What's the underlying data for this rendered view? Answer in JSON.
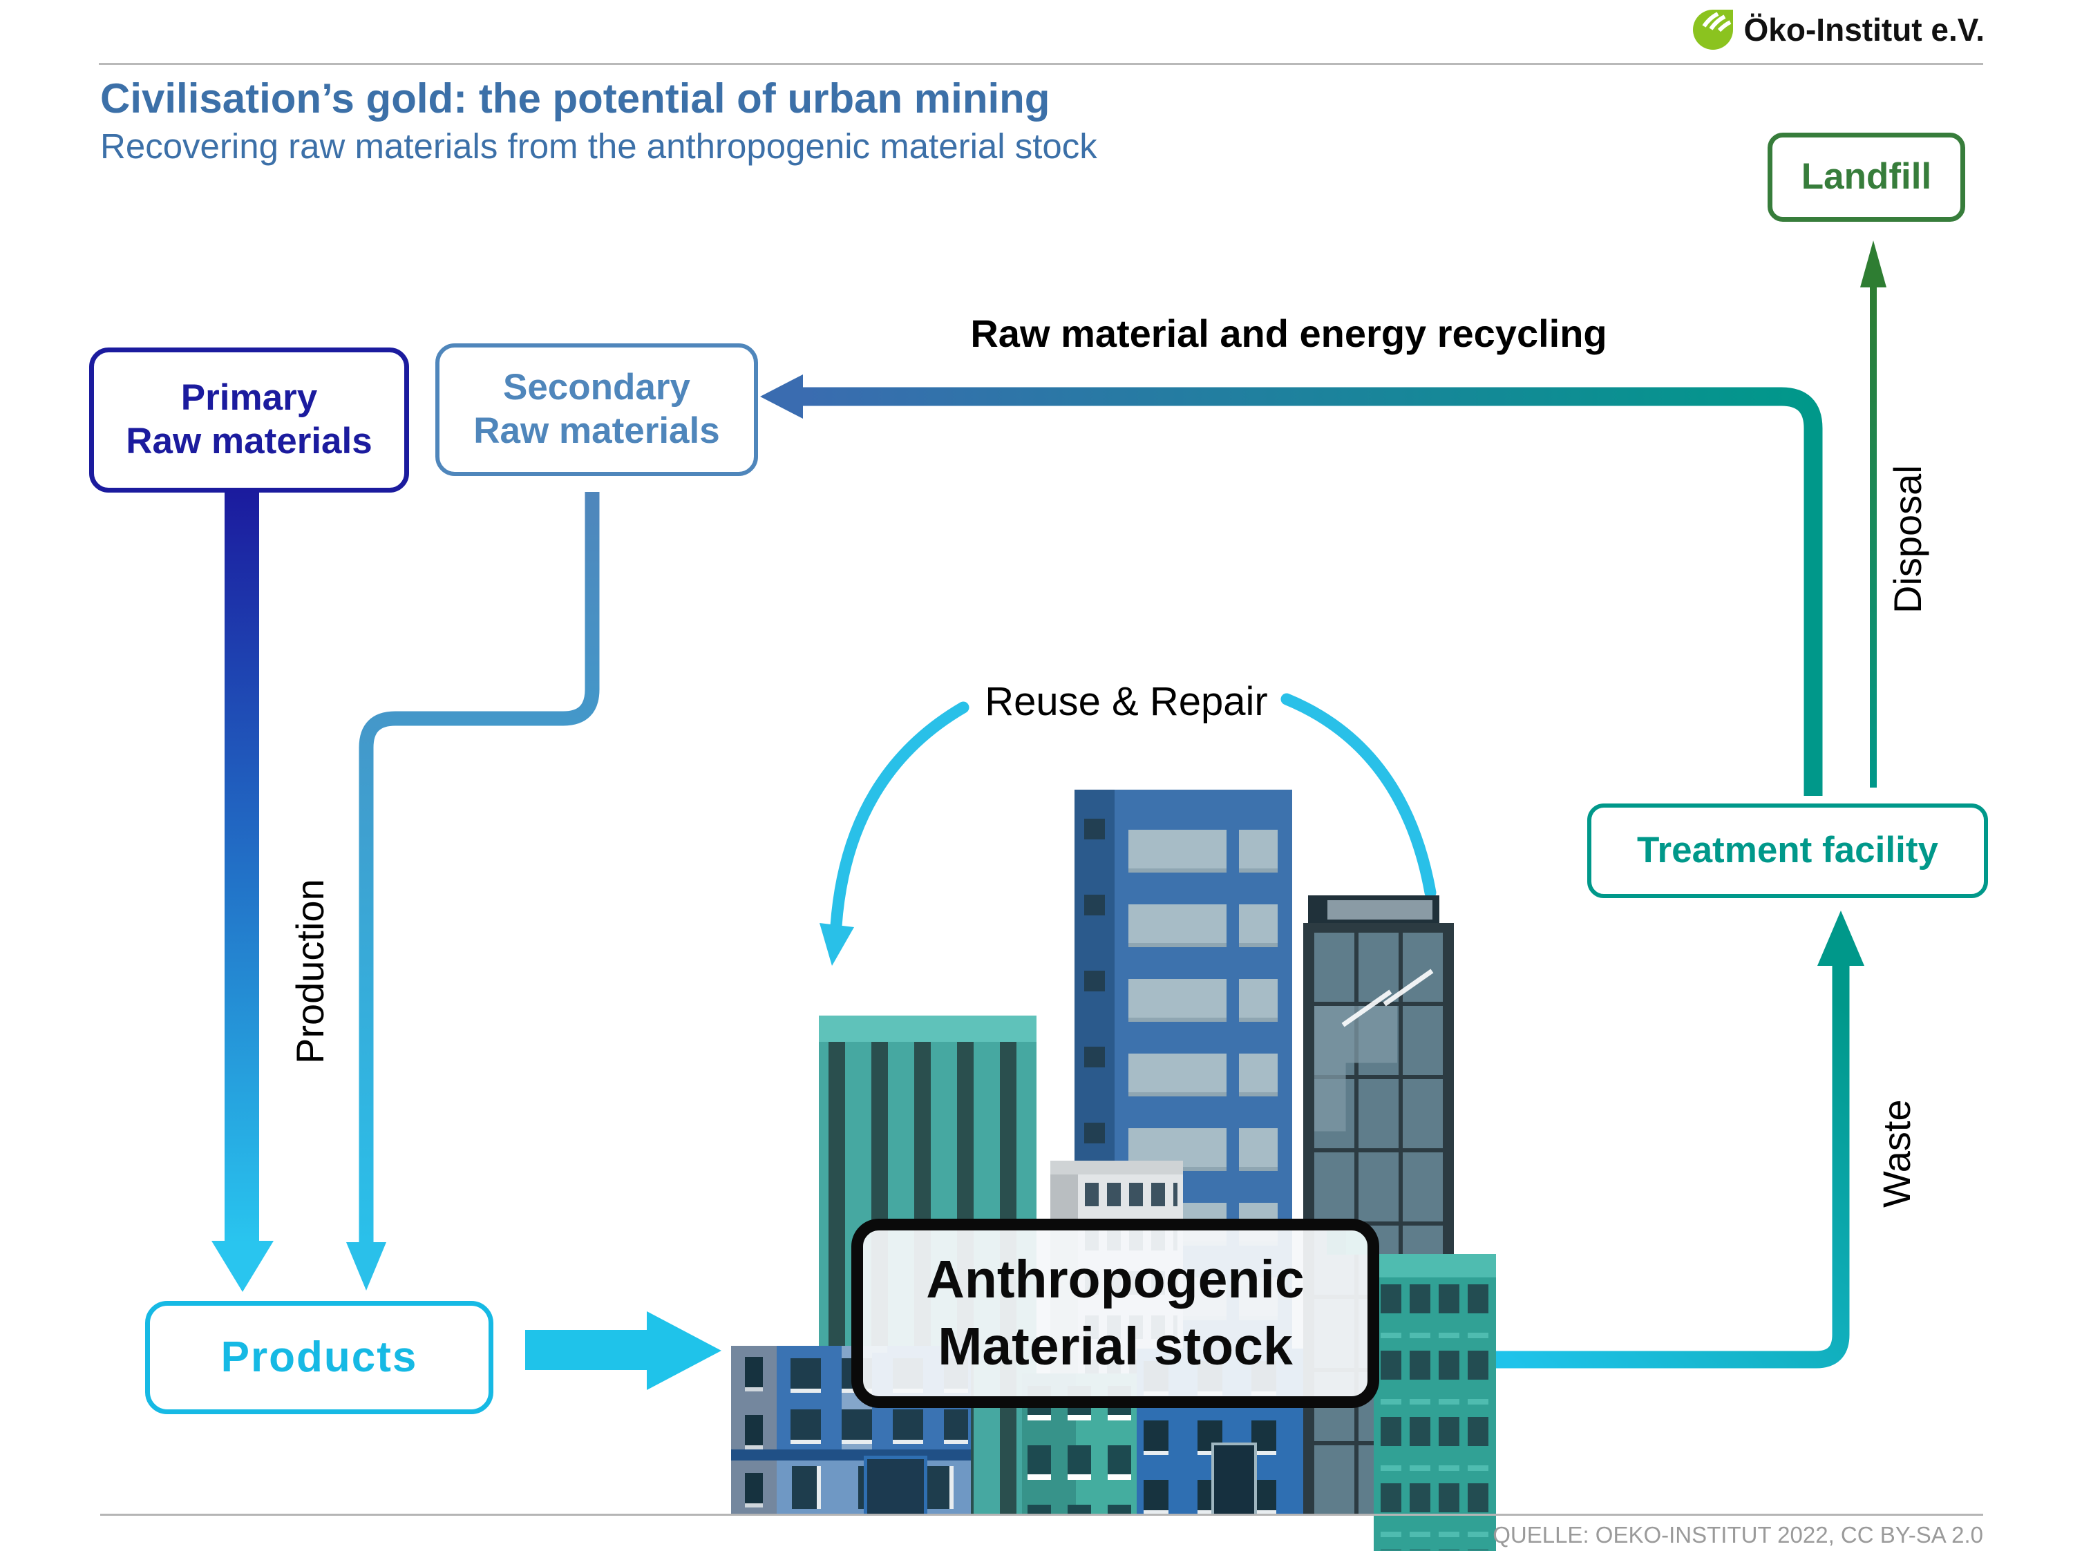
{
  "header": {
    "logo_text": "Öko-Institut e.V.",
    "title": "Civilisation’s gold: the potential of urban mining",
    "subtitle": "Recovering raw materials from the anthropogenic material stock"
  },
  "nodes": {
    "primary": {
      "line1": "Primary",
      "line2": "Raw materials"
    },
    "secondary": {
      "line1": "Secondary",
      "line2": "Raw materials"
    },
    "products": {
      "label": "Products"
    },
    "treatment": {
      "label": "Treatment facility"
    },
    "landfill": {
      "label": "Landfill"
    }
  },
  "flows": {
    "recycling": "Raw material and energy recycling",
    "reuse": "Reuse & Repair",
    "production": "Production",
    "disposal": "Disposal",
    "waste": "Waste"
  },
  "city": {
    "label_line1": "Anthropogenic",
    "label_line2": "Material stock"
  },
  "footer": {
    "source": "QUELLE: OEKO-INSTITUT 2022, CC BY-SA 2.0"
  },
  "colors": {
    "title_blue": "#3c70a8",
    "primary_navy": "#1b1b9e",
    "secondary_blue": "#4f86bb",
    "products_cyan": "#16b9e4",
    "arrow_cyan": "#29c5ef",
    "treatment_teal": "#00988a",
    "landfill_green": "#377d3b",
    "disposal_arrow_green": "#2e7d32",
    "reuse_arc_cyan": "#29c0e8",
    "logo_green": "#8bc31f",
    "footer_gray": "#9a9a9a"
  }
}
